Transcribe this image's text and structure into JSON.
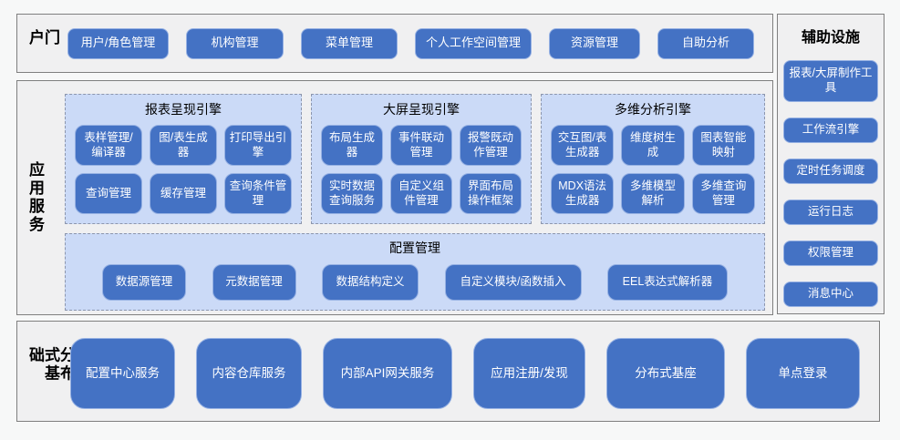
{
  "palette": {
    "page_bg": "#f7f8f8",
    "section_bg": "#f0f0f1",
    "section_border": "#7f7f7f",
    "button_blue": "#4472c4",
    "button_border": "#96b1e3",
    "button_text": "#ffffff",
    "group_fill": "#cbdaf7",
    "group_border": "#8c96ad",
    "title_color": "#000000"
  },
  "portal": {
    "label": "门户",
    "items": [
      "用户/角色管理",
      "机构管理",
      "菜单管理",
      "个人工作空间管理",
      "资源管理",
      "自助分析"
    ]
  },
  "app_services": {
    "label": "应用服务",
    "engines": [
      {
        "title": "报表呈现引擎",
        "items": [
          "表样管理/编译器",
          "图/表生成器",
          "打印导出引擎",
          "查询管理",
          "缓存管理",
          "查询条件管理"
        ]
      },
      {
        "title": "大屏呈现引擎",
        "items": [
          "布局生成器",
          "事件联动管理",
          "报警既动作管理",
          "实时数据查询服务",
          "自定义组件管理",
          "界面布局操作框架"
        ]
      },
      {
        "title": "多维分析引擎",
        "items": [
          "交互图/表生成器",
          "维度树生成",
          "图表智能映射",
          "MDX语法生成器",
          "多维模型解析",
          "多维查询管理"
        ]
      }
    ],
    "config_group": {
      "title": "配置管理",
      "items": [
        "数据源管理",
        "元数据管理",
        "数据结构定义",
        "自定义模块/函数插入",
        "EEL表达式解析器"
      ]
    }
  },
  "distributed_base": {
    "label": "分布式基础",
    "items": [
      "配置中心服务",
      "内容仓库服务",
      "内部API网关服务",
      "应用注册/发现",
      "分布式基座",
      "单点登录"
    ]
  },
  "auxiliary": {
    "title": "辅助设施",
    "items": [
      "报表/大屏制作工具",
      "工作流引擎",
      "定时任务调度",
      "运行日志",
      "权限管理",
      "消息中心"
    ]
  }
}
